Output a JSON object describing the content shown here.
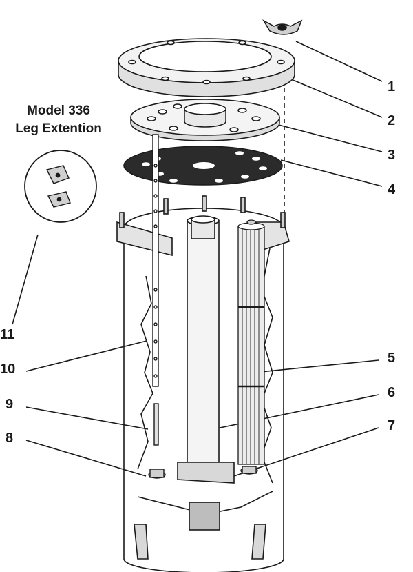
{
  "title": {
    "line1": "Model 336",
    "line2": "Leg Extention"
  },
  "callouts": [
    "1",
    "2",
    "3",
    "4",
    "5",
    "6",
    "7",
    "8",
    "9",
    "10",
    "11"
  ],
  "colors": {
    "ink": "#1a1a1a",
    "paper": "#ffffff",
    "gasket": "#2b2b2b",
    "shade": "#d9d9d9"
  }
}
